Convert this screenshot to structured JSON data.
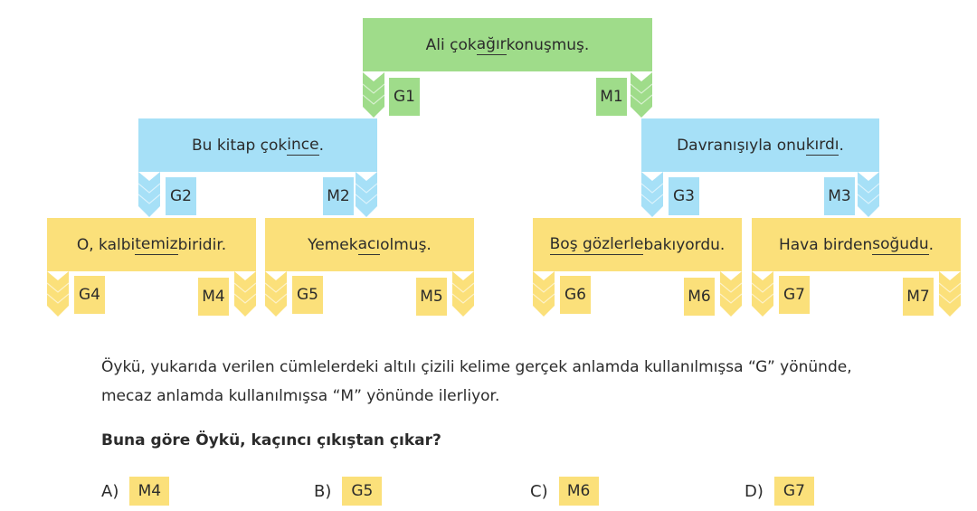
{
  "colors": {
    "green": "#9fdc8a",
    "blue": "#a6e0f7",
    "yellow": "#fbe07a"
  },
  "tree": {
    "root": {
      "pre": "Ali çok ",
      "word": "ağır",
      "post": " konuşmuş.",
      "left": "G1",
      "right": "M1"
    },
    "l1": [
      {
        "pre": "Bu kitap çok ",
        "word": "ince",
        "post": ".",
        "left": "G2",
        "right": "M2"
      },
      {
        "pre": "Davranışıyla onu ",
        "word": "kırdı",
        "post": ".",
        "left": "G3",
        "right": "M3"
      }
    ],
    "l2": [
      {
        "pre": "O, kalbi ",
        "word": "temiz",
        "post": " biridir.",
        "left": "G4",
        "right": "M4"
      },
      {
        "pre": "Yemek ",
        "word": "acı",
        "post": " olmuş.",
        "left": "G5",
        "right": "M5"
      },
      {
        "pre": "",
        "word": "Boş gözlerle",
        "post": " bakıyordu.",
        "left": "G6",
        "right": "M6"
      },
      {
        "pre": "Hava birden ",
        "word": "soğudu",
        "post": ".",
        "left": "G7",
        "right": "M7"
      }
    ]
  },
  "question": {
    "line1": "Öykü, yukarıda verilen cümlelerdeki altılı çizili kelime gerçek anlamda kullanılmışsa “G” yönünde,",
    "line2": "mecaz anlamda kullanılmışsa “M” yönünde ilerliyor.",
    "prompt": "Buna göre Öykü, kaçıncı çıkıştan çıkar?"
  },
  "options": [
    {
      "letter": "A)",
      "value": "M4"
    },
    {
      "letter": "B)",
      "value": "G5"
    },
    {
      "letter": "C)",
      "value": "M6"
    },
    {
      "letter": "D)",
      "value": "G7"
    }
  ]
}
